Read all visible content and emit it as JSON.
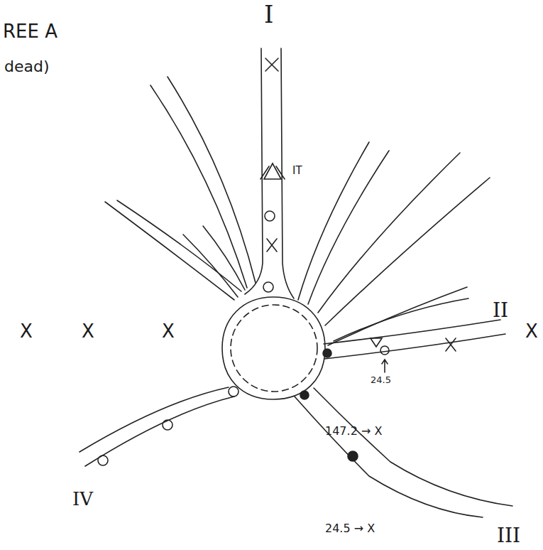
{
  "diagram": {
    "labels": [
      "REE A",
      "dead)",
      "I",
      "IT",
      "X",
      "X",
      "X",
      "X",
      "II",
      "24.5",
      "147.2 → X",
      "24.5 → X",
      "IV",
      "III"
    ]
  }
}
